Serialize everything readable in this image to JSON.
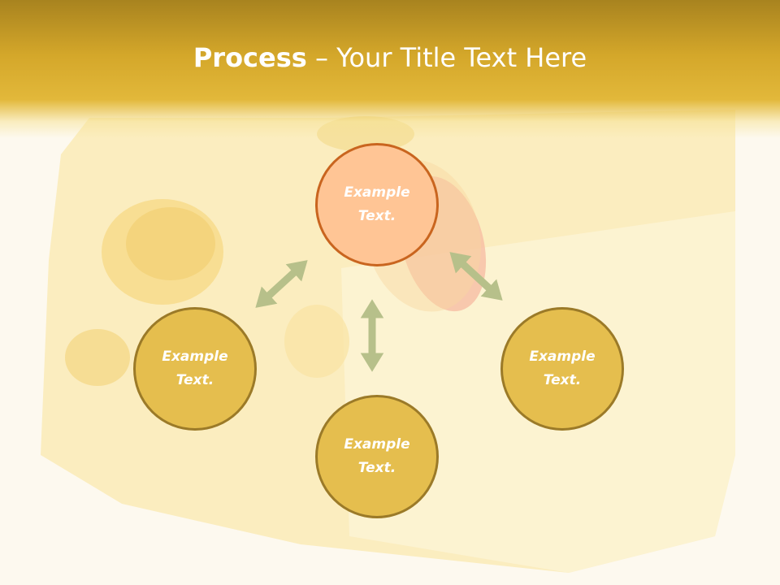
{
  "slide": {
    "title_bold": "Process",
    "title_rest": " – Your Title Text Here"
  },
  "nodes": {
    "top": "Example Text.",
    "left": "Example Text.",
    "bottom": "Example Text.",
    "right": "Example Text."
  },
  "colors": {
    "header": "#d4a72a",
    "node_fill": "#e5be4e",
    "node_border": "#9b7a28",
    "highlight_fill": "#ffc595",
    "highlight_border": "#c9651f",
    "arrow": "#b7c08a"
  }
}
